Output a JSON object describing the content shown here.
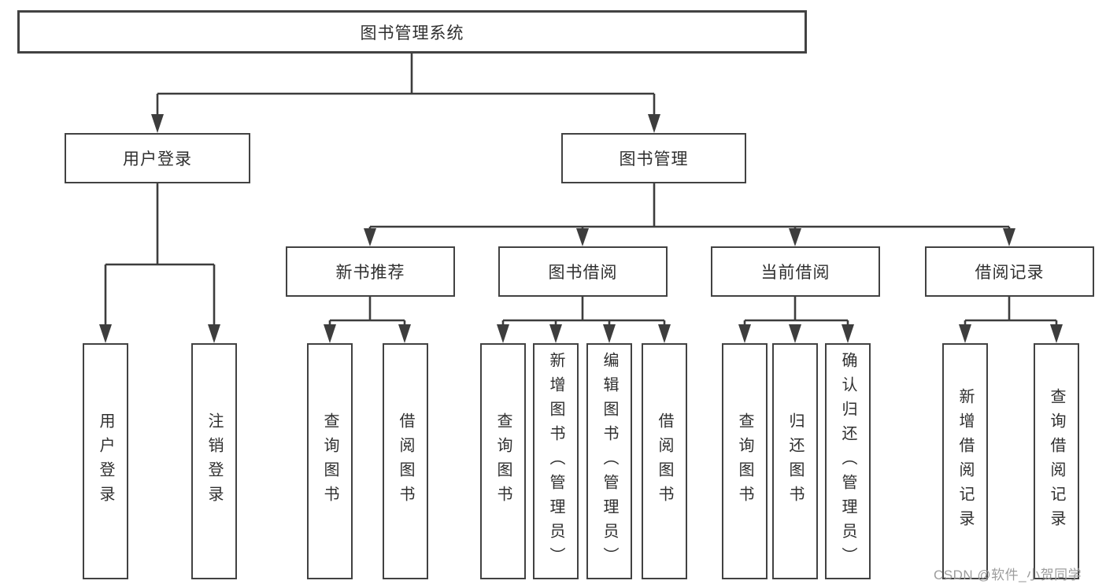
{
  "diagram": {
    "root": "图书管理系统",
    "level1": {
      "user_login": "用户登录",
      "book_management": "图书管理"
    },
    "level2": {
      "new_book_recommend": "新书推荐",
      "book_borrow": "图书借阅",
      "current_borrow": "当前借阅",
      "borrow_record": "借阅记录"
    },
    "leaves": {
      "user_login": [
        "用户登录",
        "注销登录"
      ],
      "new_book_recommend": [
        "查询图书",
        "借阅图书"
      ],
      "book_borrow": [
        "查询图书",
        "新增图书（管理员）",
        "编辑图书（管理员）",
        "借阅图书"
      ],
      "current_borrow": [
        "查询图书",
        "归还图书",
        "确认归还（管理员）"
      ],
      "borrow_record": [
        "新增借阅记录",
        "查询借阅记录"
      ]
    }
  },
  "watermark": "CSDN @软件_小贺同学",
  "colors": {
    "line": "#3d3d3d",
    "border": "#424242",
    "text": "#2f2f2f",
    "background": "#ffffff",
    "watermark_text": "#9d9d9d"
  }
}
